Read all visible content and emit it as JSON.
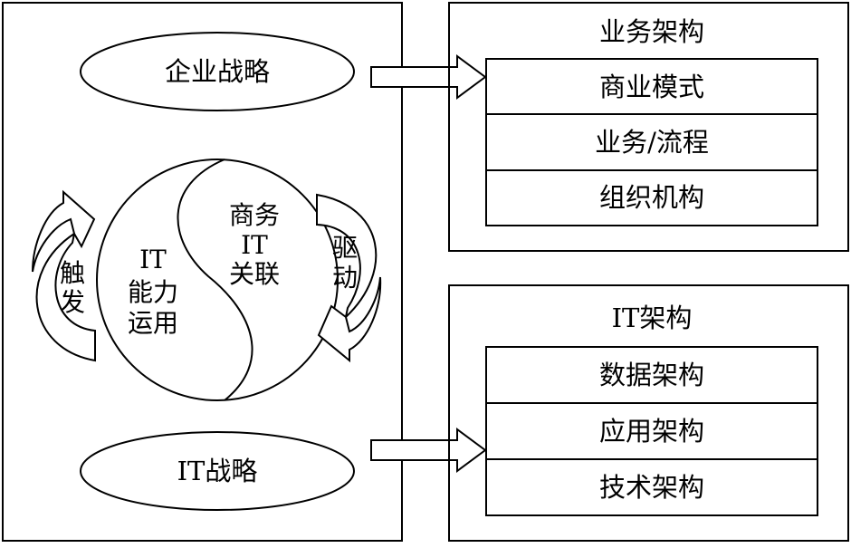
{
  "left_panel": {
    "enterprise_strategy": "企业战略",
    "it_strategy": "IT战略",
    "yin_left": [
      "IT",
      "能力",
      "运用"
    ],
    "yin_right": [
      "商务",
      "IT",
      "关联"
    ],
    "trigger": [
      "触",
      "发"
    ],
    "drive": [
      "驱",
      "动"
    ]
  },
  "business_architecture": {
    "title": "业务架构",
    "rows": [
      "商业模式",
      "业务/流程",
      "组织机构"
    ]
  },
  "it_architecture": {
    "title": "IT架构",
    "rows": [
      "数据架构",
      "应用架构",
      "技术架构"
    ]
  }
}
